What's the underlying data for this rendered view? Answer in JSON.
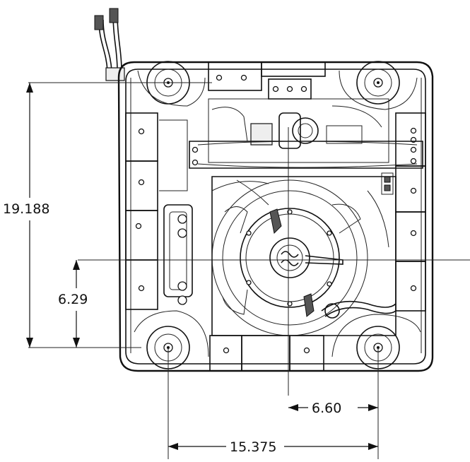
{
  "dimensions": {
    "overall_height": "19.188",
    "center_offset_height": "6.29",
    "center_offset_width": "6.60",
    "overall_width": "15.375"
  }
}
